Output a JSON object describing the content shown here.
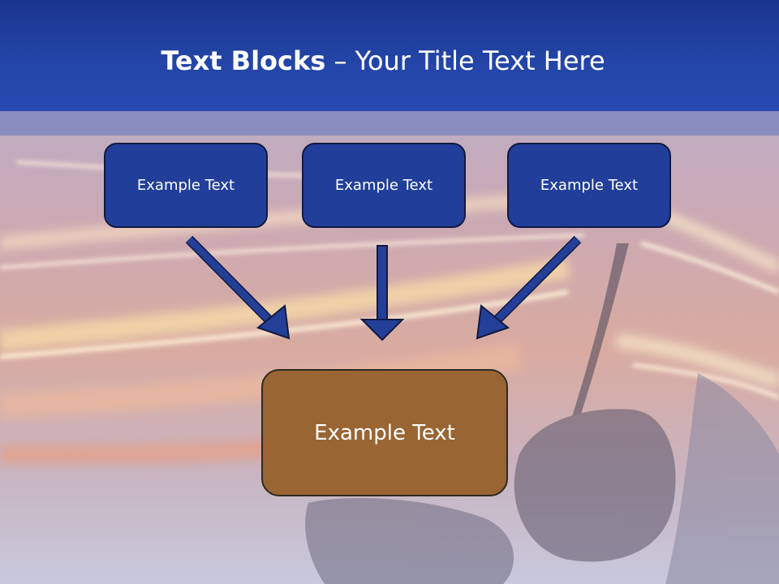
{
  "slide": {
    "title_bold": "Text Blocks",
    "title_dash": "–",
    "title_rest": "Your Title Text Here"
  },
  "blocks": {
    "left": "Example Text",
    "center": "Example Text",
    "right": "Example Text",
    "bottom": "Example Text"
  },
  "colors": {
    "header": "#2446a8",
    "box_blue": "#213f9a",
    "box_brown": "#996533",
    "arrow": "#233f98"
  }
}
